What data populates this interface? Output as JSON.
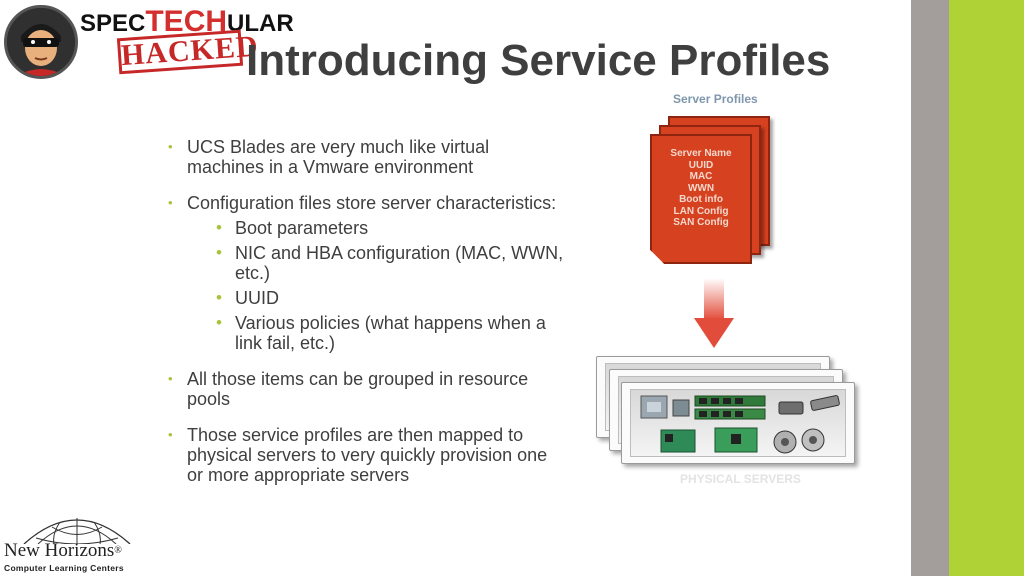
{
  "logo": {
    "brand": "SPECTECHULAR",
    "brand_prefix": "SPEC",
    "brand_middle": "TECH",
    "brand_suffix": "ULAR",
    "stamp": "HACKED"
  },
  "title": "Introducing Service Profiles",
  "bullets": {
    "item1": "UCS Blades are very much like virtual machines in a Vmware environment",
    "item2": "Configuration files store server characteristics:",
    "sub_items": [
      "Boot parameters",
      "NIC and HBA configuration (MAC, WWN, etc.)",
      "UUID",
      "Various policies (what happens when a link fail, etc.)"
    ],
    "item3": "All those items can be grouped in resource pools",
    "item4": "Those service profiles are then mapped to physical servers to very quickly provision one or more appropriate servers"
  },
  "diagram": {
    "profiles_label": "Server Profiles",
    "profile_fields": [
      "Server Name",
      "UUID",
      "MAC",
      "WWN",
      "Boot info",
      "LAN Config",
      "SAN Config"
    ],
    "servers_label": "PHYSICAL SERVERS"
  },
  "footer": {
    "company": "New Horizons",
    "registered": "®",
    "tagline": "Computer Learning Centers"
  },
  "colors": {
    "accent_green": "#afd236",
    "side_gray": "#a39e9c",
    "profile_red": "#d6411f",
    "title_text": "#3f3f3f"
  }
}
